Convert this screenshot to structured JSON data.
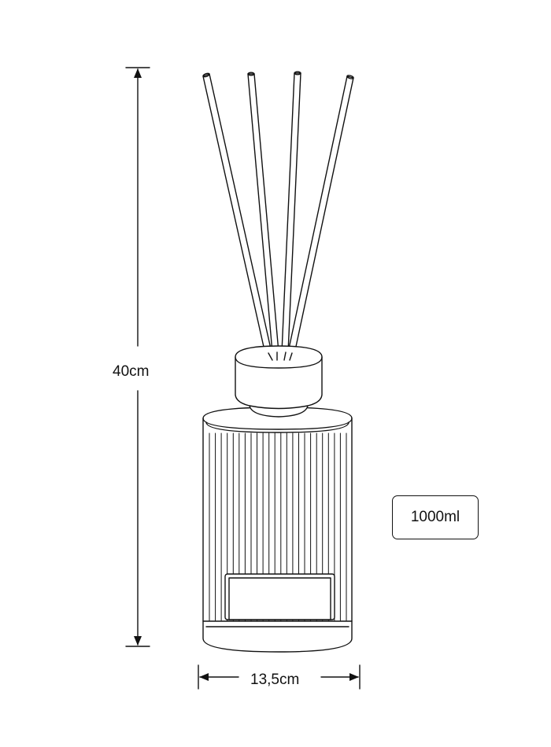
{
  "dimensions": {
    "height": "40cm",
    "width": "13,5cm"
  },
  "volume": "1000ml",
  "colors": {
    "line": "#111111",
    "background": "#ffffff"
  },
  "icons": [
    "reed-stick",
    "diffuser-cap",
    "ribbed-bottle",
    "dimension-arrow"
  ]
}
